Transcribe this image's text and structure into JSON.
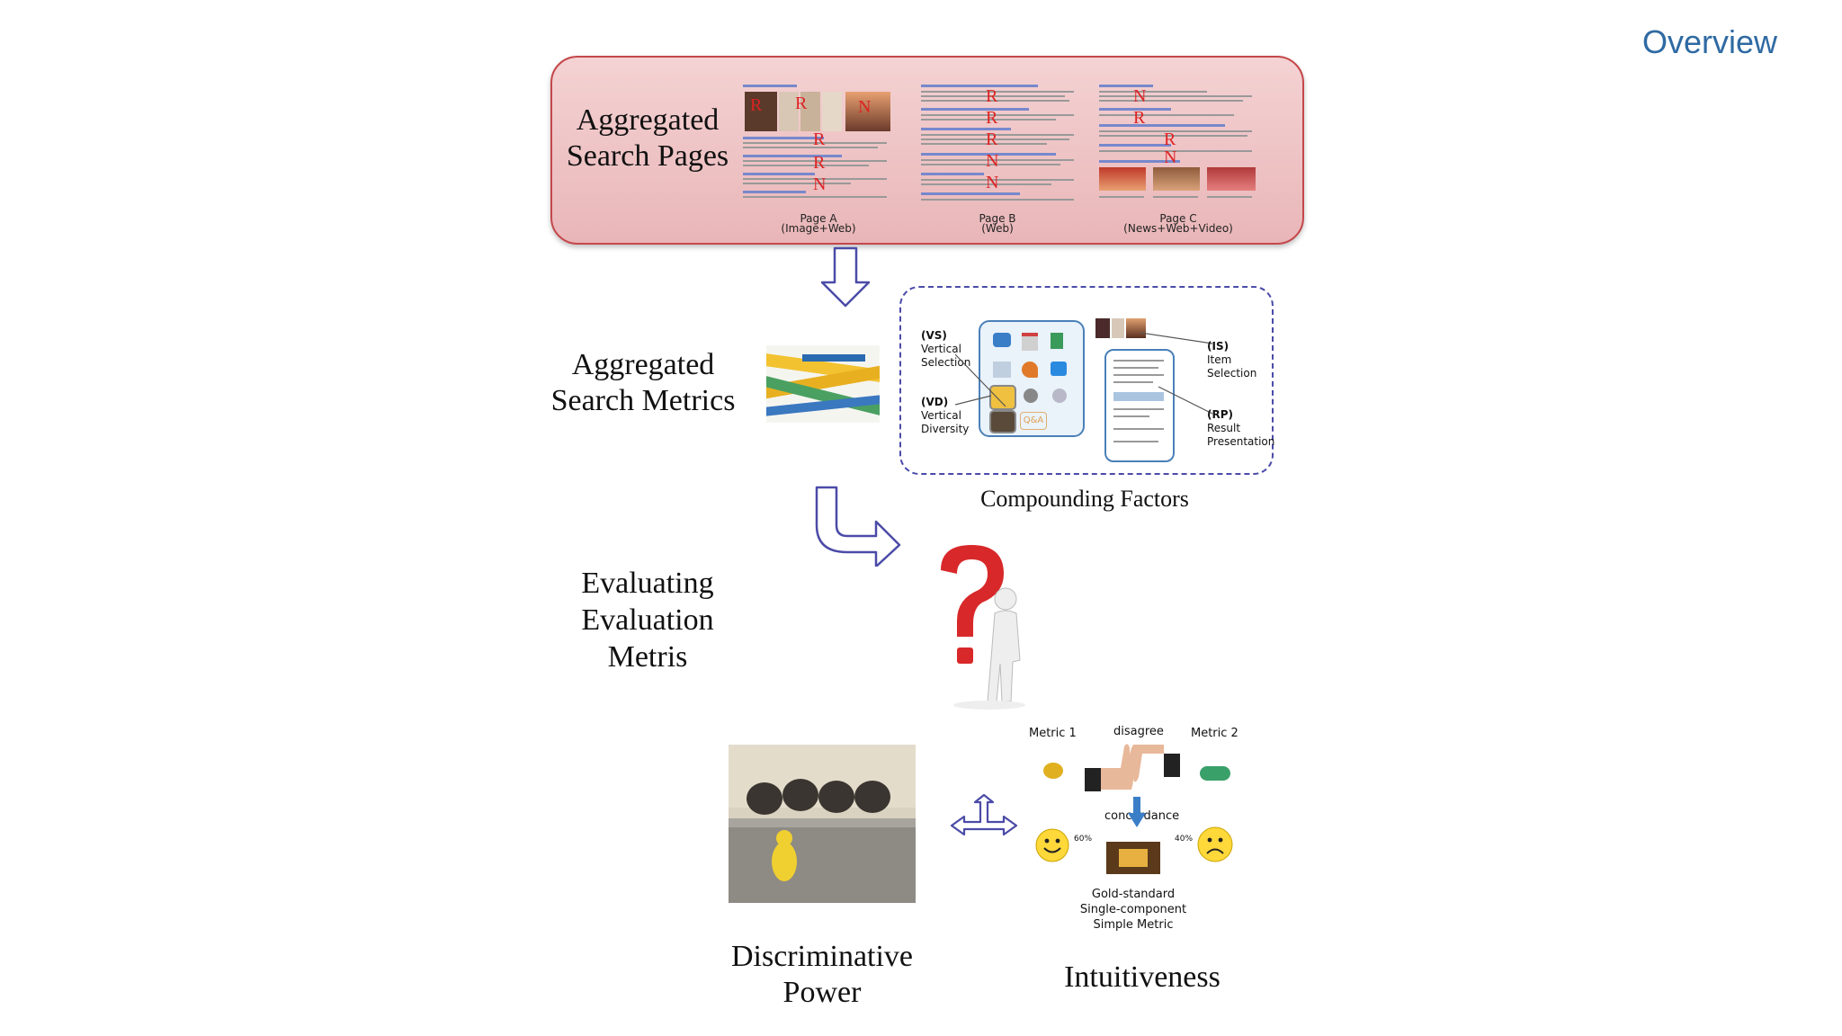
{
  "slide": {
    "title": "Overview"
  },
  "section_pages": {
    "label_line1": "Aggregated",
    "label_line2": "Search Pages",
    "pages": [
      {
        "name": "Page A",
        "sub": "(Image+Web)"
      },
      {
        "name": "Page B",
        "sub": "(Web)"
      },
      {
        "name": "Page C",
        "sub": "(News+Web+Video)"
      }
    ],
    "badge_r": "R",
    "badge_n": "N"
  },
  "section_metrics": {
    "label_line1": "Aggregated",
    "label_line2": "Search Metrics",
    "factors_title": "Compounding Factors",
    "factors": {
      "vs": {
        "code": "(VS)",
        "line1": "Vertical",
        "line2": "Selection"
      },
      "vd": {
        "code": "(VD)",
        "line1": "Vertical",
        "line2": "Diversity"
      },
      "is": {
        "code": "(IS)",
        "line1": "Item",
        "line2": "Selection"
      },
      "rp": {
        "code": "(RP)",
        "line1": "Result",
        "line2": "Presentation"
      }
    },
    "qa_icon_text": "Q&A"
  },
  "section_eval": {
    "line1": "Evaluating",
    "line2": "Evaluation",
    "line3": "Metris"
  },
  "section_bottom": {
    "disc_line1": "Discriminative",
    "disc_line2": "Power",
    "intuit": "Intuitiveness",
    "metric1": "Metric 1",
    "metric2": "Metric 2",
    "disagree": "disagree",
    "concordance": "concordance",
    "pct_left": "60%",
    "pct_right": "40%",
    "gold1": "Gold-standard",
    "gold2": "Single-component",
    "gold3": "Simple Metric"
  },
  "colors": {
    "accent_blue": "#2f6aa3",
    "pages_border": "#c4474b",
    "arrow": "#4b4ba8"
  }
}
